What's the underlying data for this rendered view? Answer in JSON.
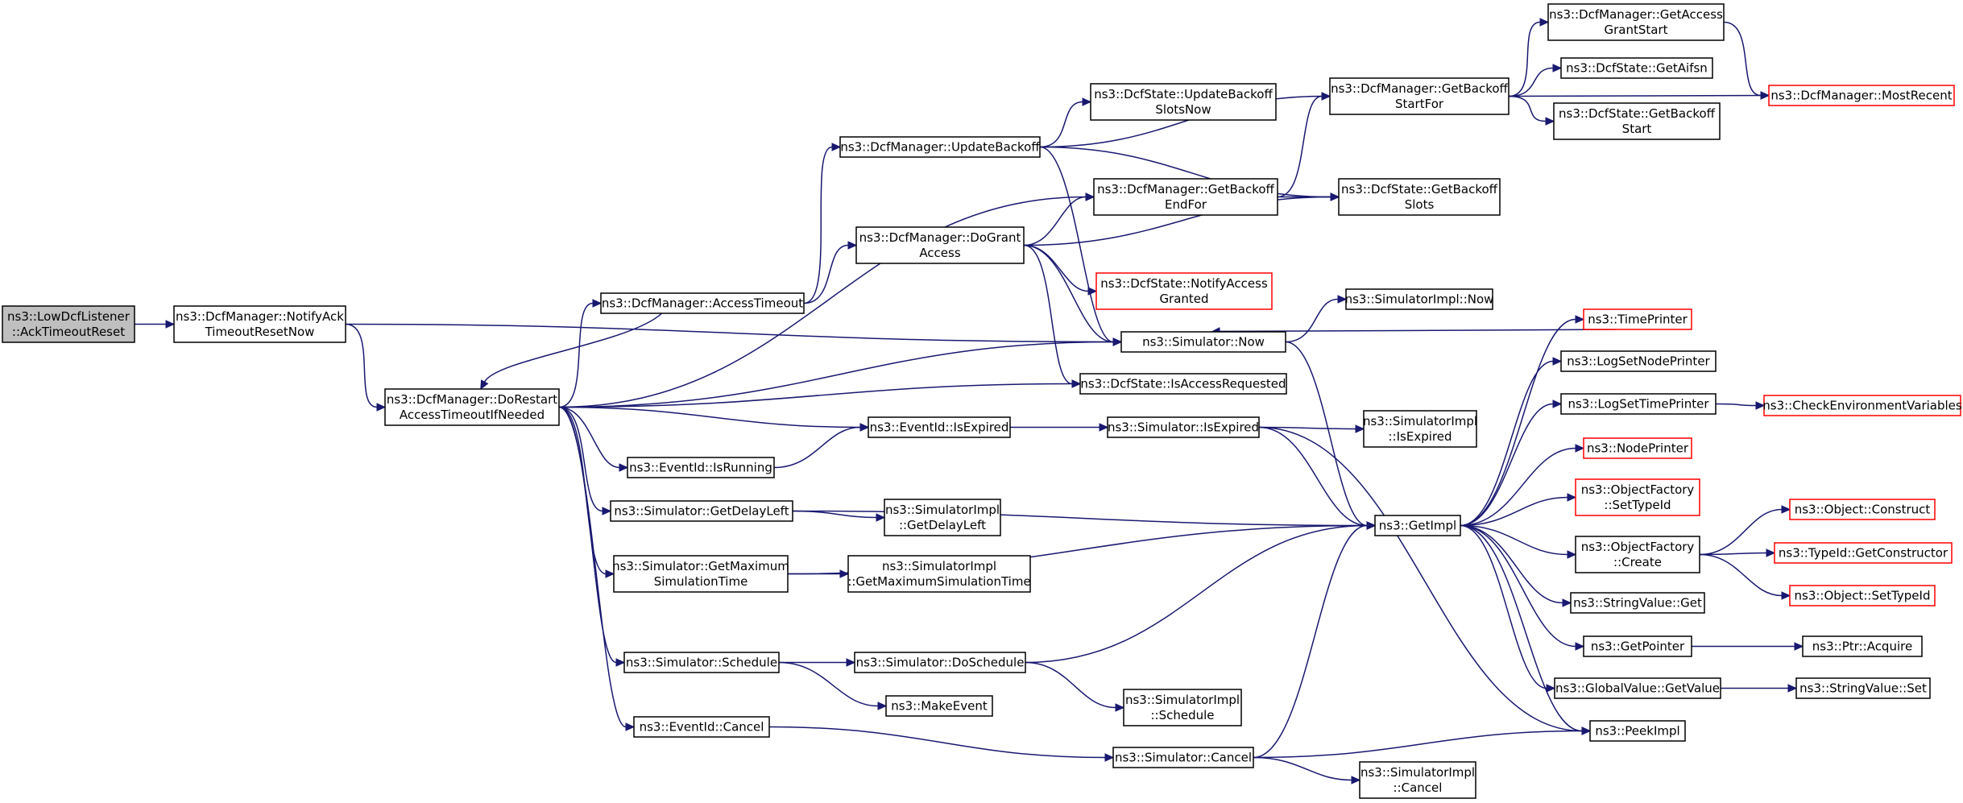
{
  "colors": {
    "edge": "#191970",
    "node_border": "#000000",
    "truncated_node_border": "#ff0000",
    "root_fill": "#bfbfbf",
    "background": "#ffffff"
  },
  "nodes": [
    {
      "id": "n0",
      "lines": [
        "ns3::LowDcfListener",
        "::AckTimeoutReset"
      ],
      "style": "root"
    },
    {
      "id": "n1",
      "lines": [
        "ns3::DcfManager::NotifyAck",
        "TimeoutResetNow"
      ],
      "style": "normal"
    },
    {
      "id": "n2",
      "lines": [
        "ns3::DcfManager::DoRestart",
        "AccessTimeoutIfNeeded"
      ],
      "style": "normal"
    },
    {
      "id": "n3",
      "lines": [
        "ns3::DcfManager::AccessTimeout"
      ],
      "style": "normal"
    },
    {
      "id": "n4",
      "lines": [
        "ns3::DcfManager::UpdateBackoff"
      ],
      "style": "normal"
    },
    {
      "id": "n5",
      "lines": [
        "ns3::DcfManager::DoGrant",
        "Access"
      ],
      "style": "normal"
    },
    {
      "id": "n6",
      "lines": [
        "ns3::DcfState::UpdateBackoff",
        "SlotsNow"
      ],
      "style": "normal"
    },
    {
      "id": "n7",
      "lines": [
        "ns3::DcfManager::GetBackoff",
        "EndFor"
      ],
      "style": "normal"
    },
    {
      "id": "n8",
      "lines": [
        "ns3::DcfState::NotifyAccess",
        "Granted"
      ],
      "style": "red"
    },
    {
      "id": "n9",
      "lines": [
        "ns3::DcfManager::GetBackoff",
        "StartFor"
      ],
      "style": "normal"
    },
    {
      "id": "n10",
      "lines": [
        "ns3::DcfState::GetBackoff",
        "Slots"
      ],
      "style": "normal"
    },
    {
      "id": "n11",
      "lines": [
        "ns3::DcfManager::GetAccess",
        "GrantStart"
      ],
      "style": "normal"
    },
    {
      "id": "n12",
      "lines": [
        "ns3::DcfState::GetAifsn"
      ],
      "style": "normal"
    },
    {
      "id": "n13",
      "lines": [
        "ns3::DcfState::GetBackoff",
        "Start"
      ],
      "style": "normal"
    },
    {
      "id": "n14",
      "lines": [
        "ns3::DcfManager::MostRecent"
      ],
      "style": "red"
    },
    {
      "id": "n15",
      "lines": [
        "ns3::Simulator::Now"
      ],
      "style": "normal"
    },
    {
      "id": "n16",
      "lines": [
        "ns3::SimulatorImpl::Now"
      ],
      "style": "normal"
    },
    {
      "id": "n17",
      "lines": [
        "ns3::DcfState::IsAccessRequested"
      ],
      "style": "normal"
    },
    {
      "id": "n18",
      "lines": [
        "ns3::EventId::IsExpired"
      ],
      "style": "normal"
    },
    {
      "id": "n19",
      "lines": [
        "ns3::EventId::IsRunning"
      ],
      "style": "normal"
    },
    {
      "id": "n20",
      "lines": [
        "ns3::Simulator::IsExpired"
      ],
      "style": "normal"
    },
    {
      "id": "n21",
      "lines": [
        "ns3::SimulatorImpl",
        "::IsExpired"
      ],
      "style": "normal"
    },
    {
      "id": "n22",
      "lines": [
        "ns3::Simulator::GetDelayLeft"
      ],
      "style": "normal"
    },
    {
      "id": "n23",
      "lines": [
        "ns3::SimulatorImpl",
        "::GetDelayLeft"
      ],
      "style": "normal"
    },
    {
      "id": "n24",
      "lines": [
        "ns3::Simulator::GetMaximum",
        "SimulationTime"
      ],
      "style": "normal"
    },
    {
      "id": "n25",
      "lines": [
        "ns3::SimulatorImpl",
        "::GetMaximumSimulationTime"
      ],
      "style": "normal"
    },
    {
      "id": "n26",
      "lines": [
        "ns3::Simulator::Schedule"
      ],
      "style": "normal"
    },
    {
      "id": "n27",
      "lines": [
        "ns3::Simulator::DoSchedule"
      ],
      "style": "normal"
    },
    {
      "id": "n28",
      "lines": [
        "ns3::MakeEvent"
      ],
      "style": "normal"
    },
    {
      "id": "n29",
      "lines": [
        "ns3::SimulatorImpl",
        "::Schedule"
      ],
      "style": "normal"
    },
    {
      "id": "n30",
      "lines": [
        "ns3::EventId::Cancel"
      ],
      "style": "normal"
    },
    {
      "id": "n31",
      "lines": [
        "ns3::Simulator::Cancel"
      ],
      "style": "normal"
    },
    {
      "id": "n32",
      "lines": [
        "ns3::SimulatorImpl",
        "::Cancel"
      ],
      "style": "normal"
    },
    {
      "id": "n33",
      "lines": [
        "ns3::GetImpl"
      ],
      "style": "normal"
    },
    {
      "id": "n34",
      "lines": [
        "ns3::TimePrinter"
      ],
      "style": "red"
    },
    {
      "id": "n35",
      "lines": [
        "ns3::LogSetNodePrinter"
      ],
      "style": "normal"
    },
    {
      "id": "n36",
      "lines": [
        "ns3::LogSetTimePrinter"
      ],
      "style": "normal"
    },
    {
      "id": "n37",
      "lines": [
        "ns3::CheckEnvironmentVariables"
      ],
      "style": "red"
    },
    {
      "id": "n38",
      "lines": [
        "ns3::NodePrinter"
      ],
      "style": "red"
    },
    {
      "id": "n39",
      "lines": [
        "ns3::ObjectFactory",
        "::SetTypeId"
      ],
      "style": "red"
    },
    {
      "id": "n40",
      "lines": [
        "ns3::ObjectFactory",
        "::Create"
      ],
      "style": "normal"
    },
    {
      "id": "n41",
      "lines": [
        "ns3::Object::Construct"
      ],
      "style": "red"
    },
    {
      "id": "n42",
      "lines": [
        "ns3::TypeId::GetConstructor"
      ],
      "style": "red"
    },
    {
      "id": "n43",
      "lines": [
        "ns3::Object::SetTypeId"
      ],
      "style": "red"
    },
    {
      "id": "n44",
      "lines": [
        "ns3::StringValue::Get"
      ],
      "style": "normal"
    },
    {
      "id": "n45",
      "lines": [
        "ns3::GetPointer"
      ],
      "style": "normal"
    },
    {
      "id": "n46",
      "lines": [
        "ns3::Ptr::Acquire"
      ],
      "style": "normal"
    },
    {
      "id": "n47",
      "lines": [
        "ns3::GlobalValue::GetValue"
      ],
      "style": "normal"
    },
    {
      "id": "n48",
      "lines": [
        "ns3::StringValue::Set"
      ],
      "style": "normal"
    },
    {
      "id": "n49",
      "lines": [
        "ns3::PeekImpl"
      ],
      "style": "normal"
    }
  ],
  "edges": [
    [
      "n0",
      "n1"
    ],
    [
      "n1",
      "n2"
    ],
    [
      "n1",
      "n15"
    ],
    [
      "n2",
      "n3"
    ],
    [
      "n2",
      "n7"
    ],
    [
      "n2",
      "n15"
    ],
    [
      "n2",
      "n17"
    ],
    [
      "n2",
      "n18"
    ],
    [
      "n2",
      "n19"
    ],
    [
      "n2",
      "n22"
    ],
    [
      "n2",
      "n24"
    ],
    [
      "n2",
      "n26"
    ],
    [
      "n2",
      "n30"
    ],
    [
      "n3",
      "n2"
    ],
    [
      "n3",
      "n4"
    ],
    [
      "n3",
      "n5"
    ],
    [
      "n4",
      "n6"
    ],
    [
      "n4",
      "n9"
    ],
    [
      "n4",
      "n10"
    ],
    [
      "n4",
      "n15"
    ],
    [
      "n5",
      "n7"
    ],
    [
      "n5",
      "n8"
    ],
    [
      "n5",
      "n10"
    ],
    [
      "n5",
      "n15"
    ],
    [
      "n5",
      "n17"
    ],
    [
      "n7",
      "n9"
    ],
    [
      "n7",
      "n10"
    ],
    [
      "n9",
      "n11"
    ],
    [
      "n9",
      "n12"
    ],
    [
      "n9",
      "n13"
    ],
    [
      "n9",
      "n14"
    ],
    [
      "n11",
      "n14"
    ],
    [
      "n15",
      "n16"
    ],
    [
      "n15",
      "n33"
    ],
    [
      "n18",
      "n20"
    ],
    [
      "n19",
      "n18"
    ],
    [
      "n20",
      "n21"
    ],
    [
      "n20",
      "n33"
    ],
    [
      "n20",
      "n49"
    ],
    [
      "n22",
      "n23"
    ],
    [
      "n22",
      "n33"
    ],
    [
      "n24",
      "n25"
    ],
    [
      "n24",
      "n33"
    ],
    [
      "n26",
      "n27"
    ],
    [
      "n26",
      "n28"
    ],
    [
      "n27",
      "n29"
    ],
    [
      "n27",
      "n33"
    ],
    [
      "n30",
      "n31"
    ],
    [
      "n31",
      "n32"
    ],
    [
      "n31",
      "n33"
    ],
    [
      "n31",
      "n49"
    ],
    [
      "n33",
      "n34"
    ],
    [
      "n33",
      "n35"
    ],
    [
      "n33",
      "n36"
    ],
    [
      "n33",
      "n38"
    ],
    [
      "n33",
      "n39"
    ],
    [
      "n33",
      "n40"
    ],
    [
      "n33",
      "n44"
    ],
    [
      "n33",
      "n45"
    ],
    [
      "n33",
      "n47"
    ],
    [
      "n33",
      "n49"
    ],
    [
      "n34",
      "n15"
    ],
    [
      "n36",
      "n37"
    ],
    [
      "n40",
      "n41"
    ],
    [
      "n40",
      "n42"
    ],
    [
      "n40",
      "n43"
    ],
    [
      "n45",
      "n46"
    ],
    [
      "n47",
      "n48"
    ]
  ]
}
